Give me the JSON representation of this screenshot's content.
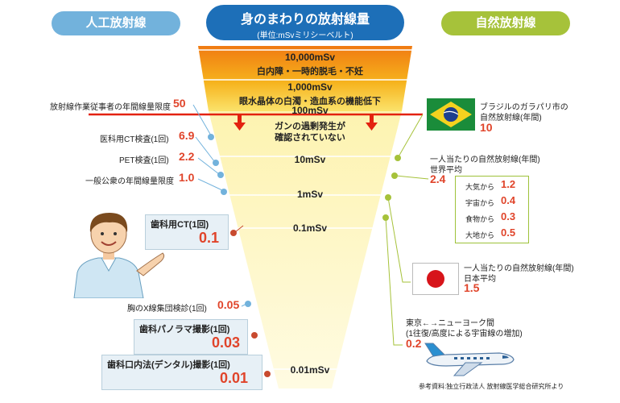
{
  "header": {
    "title": "身のまわりの放射線量",
    "subtitle": "(単位:mSvミリシーベルト)",
    "left_label": "人工放射線",
    "right_label": "自然放射線"
  },
  "colors": {
    "title_bg": "#1d6fb8",
    "artificial": "#72b2dc",
    "natural": "#a6c23a",
    "value_red": "#e0442a",
    "arrow_red": "#e3220f"
  },
  "funnel": {
    "levels": [
      {
        "label": "10,000mSv",
        "desc": "白内障・一時的脱毛・不妊"
      },
      {
        "label": "1,000mSv",
        "desc": "眼水晶体の白濁・造血系の機能低下"
      },
      {
        "label": "100mSv",
        "desc": "ガンの過剰発生が\n確認されていない"
      },
      {
        "label": "10mSv",
        "desc": ""
      },
      {
        "label": "1mSv",
        "desc": ""
      },
      {
        "label": "0.1mSv",
        "desc": ""
      },
      {
        "label": "0.01mSv",
        "desc": ""
      }
    ],
    "desc_100_line1": "ガンの過剰発生が",
    "desc_100_line2": "確認されていない"
  },
  "artificial": {
    "worker_label": "放射線作業従事者の年間線量限度",
    "worker_value": "50",
    "medical_ct_label": "医科用CT検査(1回)",
    "medical_ct_value": "6.9",
    "pet_label": "PET検査(1回)",
    "pet_value": "2.2",
    "public_label": "一般公衆の年間線量限度",
    "public_value": "1.0",
    "dental_ct_label": "歯科用CT(1回)",
    "dental_ct_value": "0.1",
    "chest_label": "胸のX線集団検診(1回)",
    "chest_value": "0.05",
    "panorama_label": "歯科パノラマ撮影(1回)",
    "panorama_value": "0.03",
    "dental_oral_label": "歯科口内法(デンタル)撮影(1回)",
    "dental_oral_value": "0.01"
  },
  "natural": {
    "brazil_label1": "ブラジルのガラパリ市の",
    "brazil_label2": "自然放射線(年間)",
    "brazil_value": "10",
    "world_label1": "一人当たりの自然放射線(年間)",
    "world_label2": "世界平均",
    "world_value": "2.4",
    "breakdown": [
      {
        "label": "大気から",
        "value": "1.2"
      },
      {
        "label": "宇宙から",
        "value": "0.4"
      },
      {
        "label": "食物から",
        "value": "0.3"
      },
      {
        "label": "大地から",
        "value": "0.5"
      }
    ],
    "japan_label1": "一人当たりの自然放射線(年間)",
    "japan_label2": "日本平均",
    "japan_value": "1.5",
    "flight_label1": "東京←→ニューヨーク間",
    "flight_label2": "(1往復/高度による宇宙線の増加)",
    "flight_value": "0.2"
  },
  "reference": "参考資料:独立行政法人 放射線医学総合研究所より"
}
